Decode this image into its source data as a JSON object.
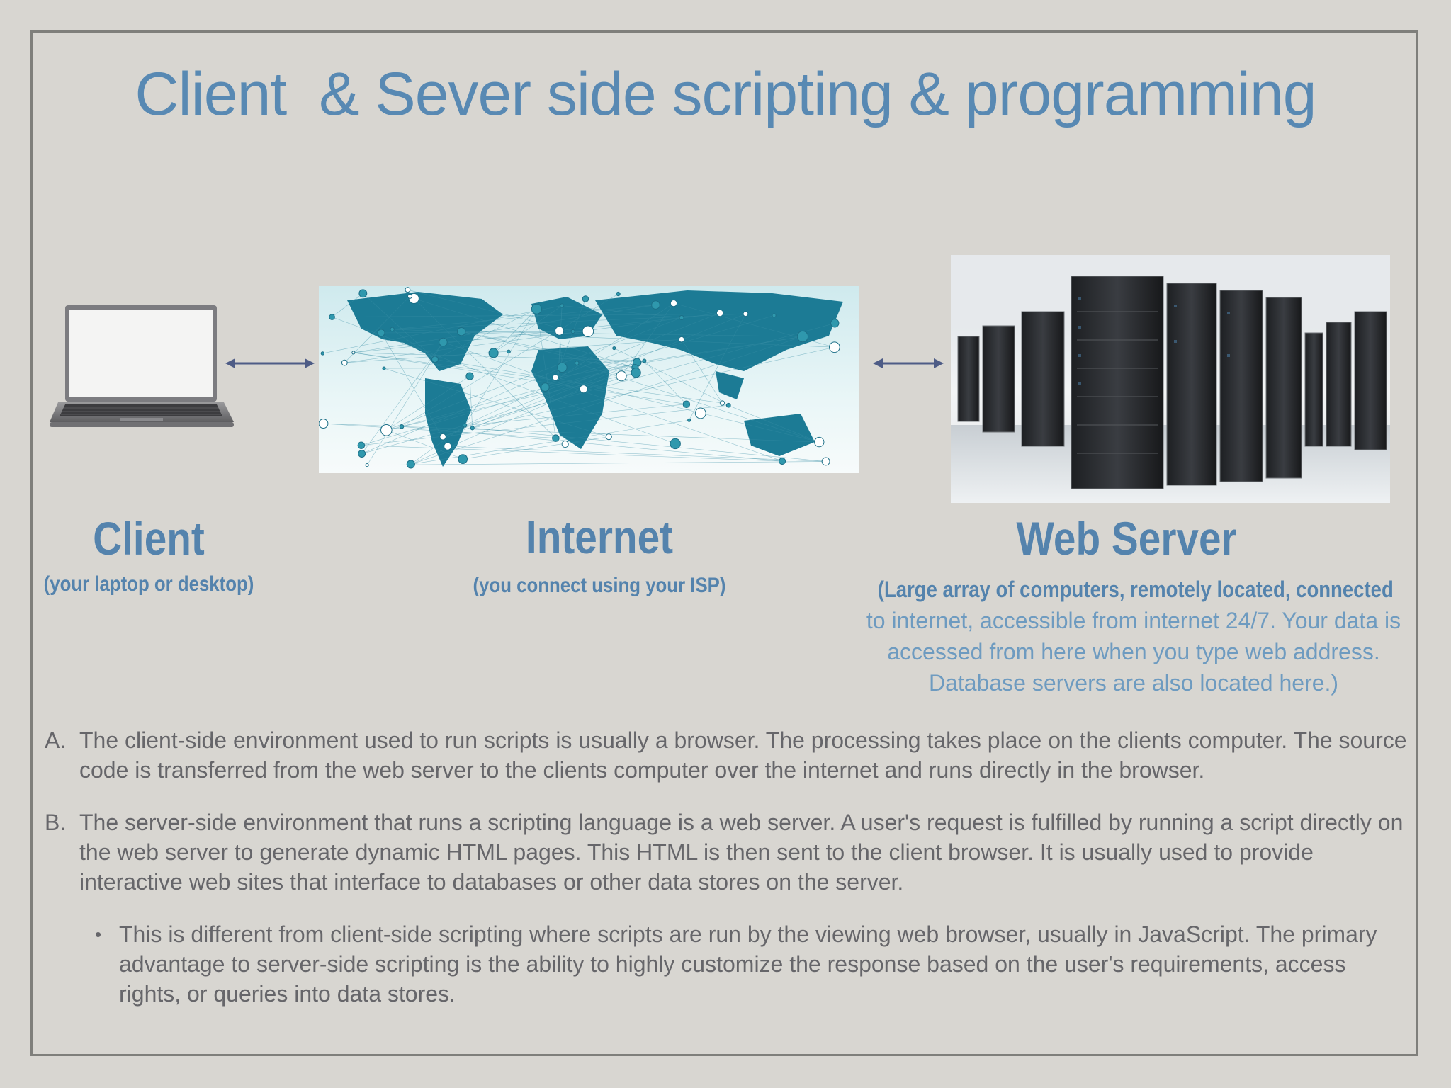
{
  "slide": {
    "title": "Client  & Sever side scripting & programming"
  },
  "nodes": {
    "client": {
      "heading": "Client",
      "subheading": "(your laptop or desktop)"
    },
    "internet": {
      "heading": "Internet",
      "subheading": "(you connect using your ISP)"
    },
    "web_server": {
      "heading": "Web Server",
      "description_bold": "(Large array of computers, remotely located, connected",
      "description_lines": [
        "to internet, accessible from internet 24/7. Your data is",
        "accessed from here when you type web address.",
        "Database servers are also located here.)"
      ]
    }
  },
  "list": [
    {
      "marker": "A.",
      "text": "The client-side environment used to run scripts is usually a browser. The processing takes place on the clients computer. The source code is transferred from the web server to the clients computer over the internet and runs directly in the browser."
    },
    {
      "marker": "B.",
      "text": "The server-side environment that runs a scripting language is a web server. A user's request is fulfilled by running a script directly on the web server to generate dynamic HTML pages. This HTML is then sent to the client browser. It is usually used to provide interactive web sites that interface to databases or other data stores on the server."
    }
  ],
  "bullet": {
    "marker": "•",
    "text": "This is different from client-side scripting where scripts are run by the viewing web browser, usually in JavaScript. The primary advantage to server-side scripting is the ability to highly customize the response based on the user's requirements, access rights, or queries into data stores."
  },
  "colors": {
    "title": "#5889b3",
    "headings": "#5483ad",
    "body_text": "#66666a",
    "background": "#d8d6d1",
    "frame": "#7f7f7b",
    "arrow": "#4e5c86"
  }
}
